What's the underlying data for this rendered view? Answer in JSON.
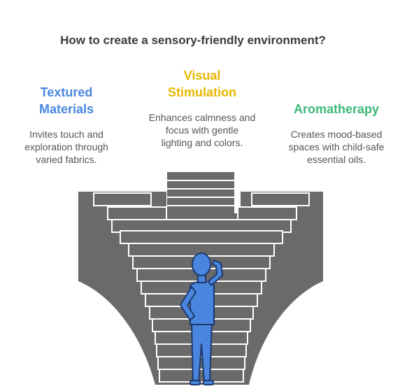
{
  "title": "How to create a sensory-friendly environment?",
  "items": [
    {
      "name": "Textured Materials",
      "heading_lines": [
        "Textured",
        "Materials"
      ],
      "description_lines": [
        "Invites touch and",
        "exploration through",
        "varied fabrics."
      ],
      "color": "#4a86e0"
    },
    {
      "name": "Visual Stimulation",
      "heading_lines": [
        "Visual",
        "Stimulation"
      ],
      "description_lines": [
        "Enhances calmness and",
        "focus with gentle",
        "lighting and colors."
      ],
      "color": "#e6b800"
    },
    {
      "name": "Aromatherapy",
      "heading_lines": [
        "Aromatherapy"
      ],
      "description_lines": [
        "Creates mood-based",
        "spaces with child-safe",
        "essential oils."
      ],
      "color": "#3cb878"
    }
  ],
  "colors": {
    "stairs_fill": "#6a6a6a",
    "stairs_line": "#ffffff",
    "person_fill": "#4a86e0",
    "person_outline": "#1e3a6b"
  },
  "icons": [
    "thinking-person-icon"
  ]
}
